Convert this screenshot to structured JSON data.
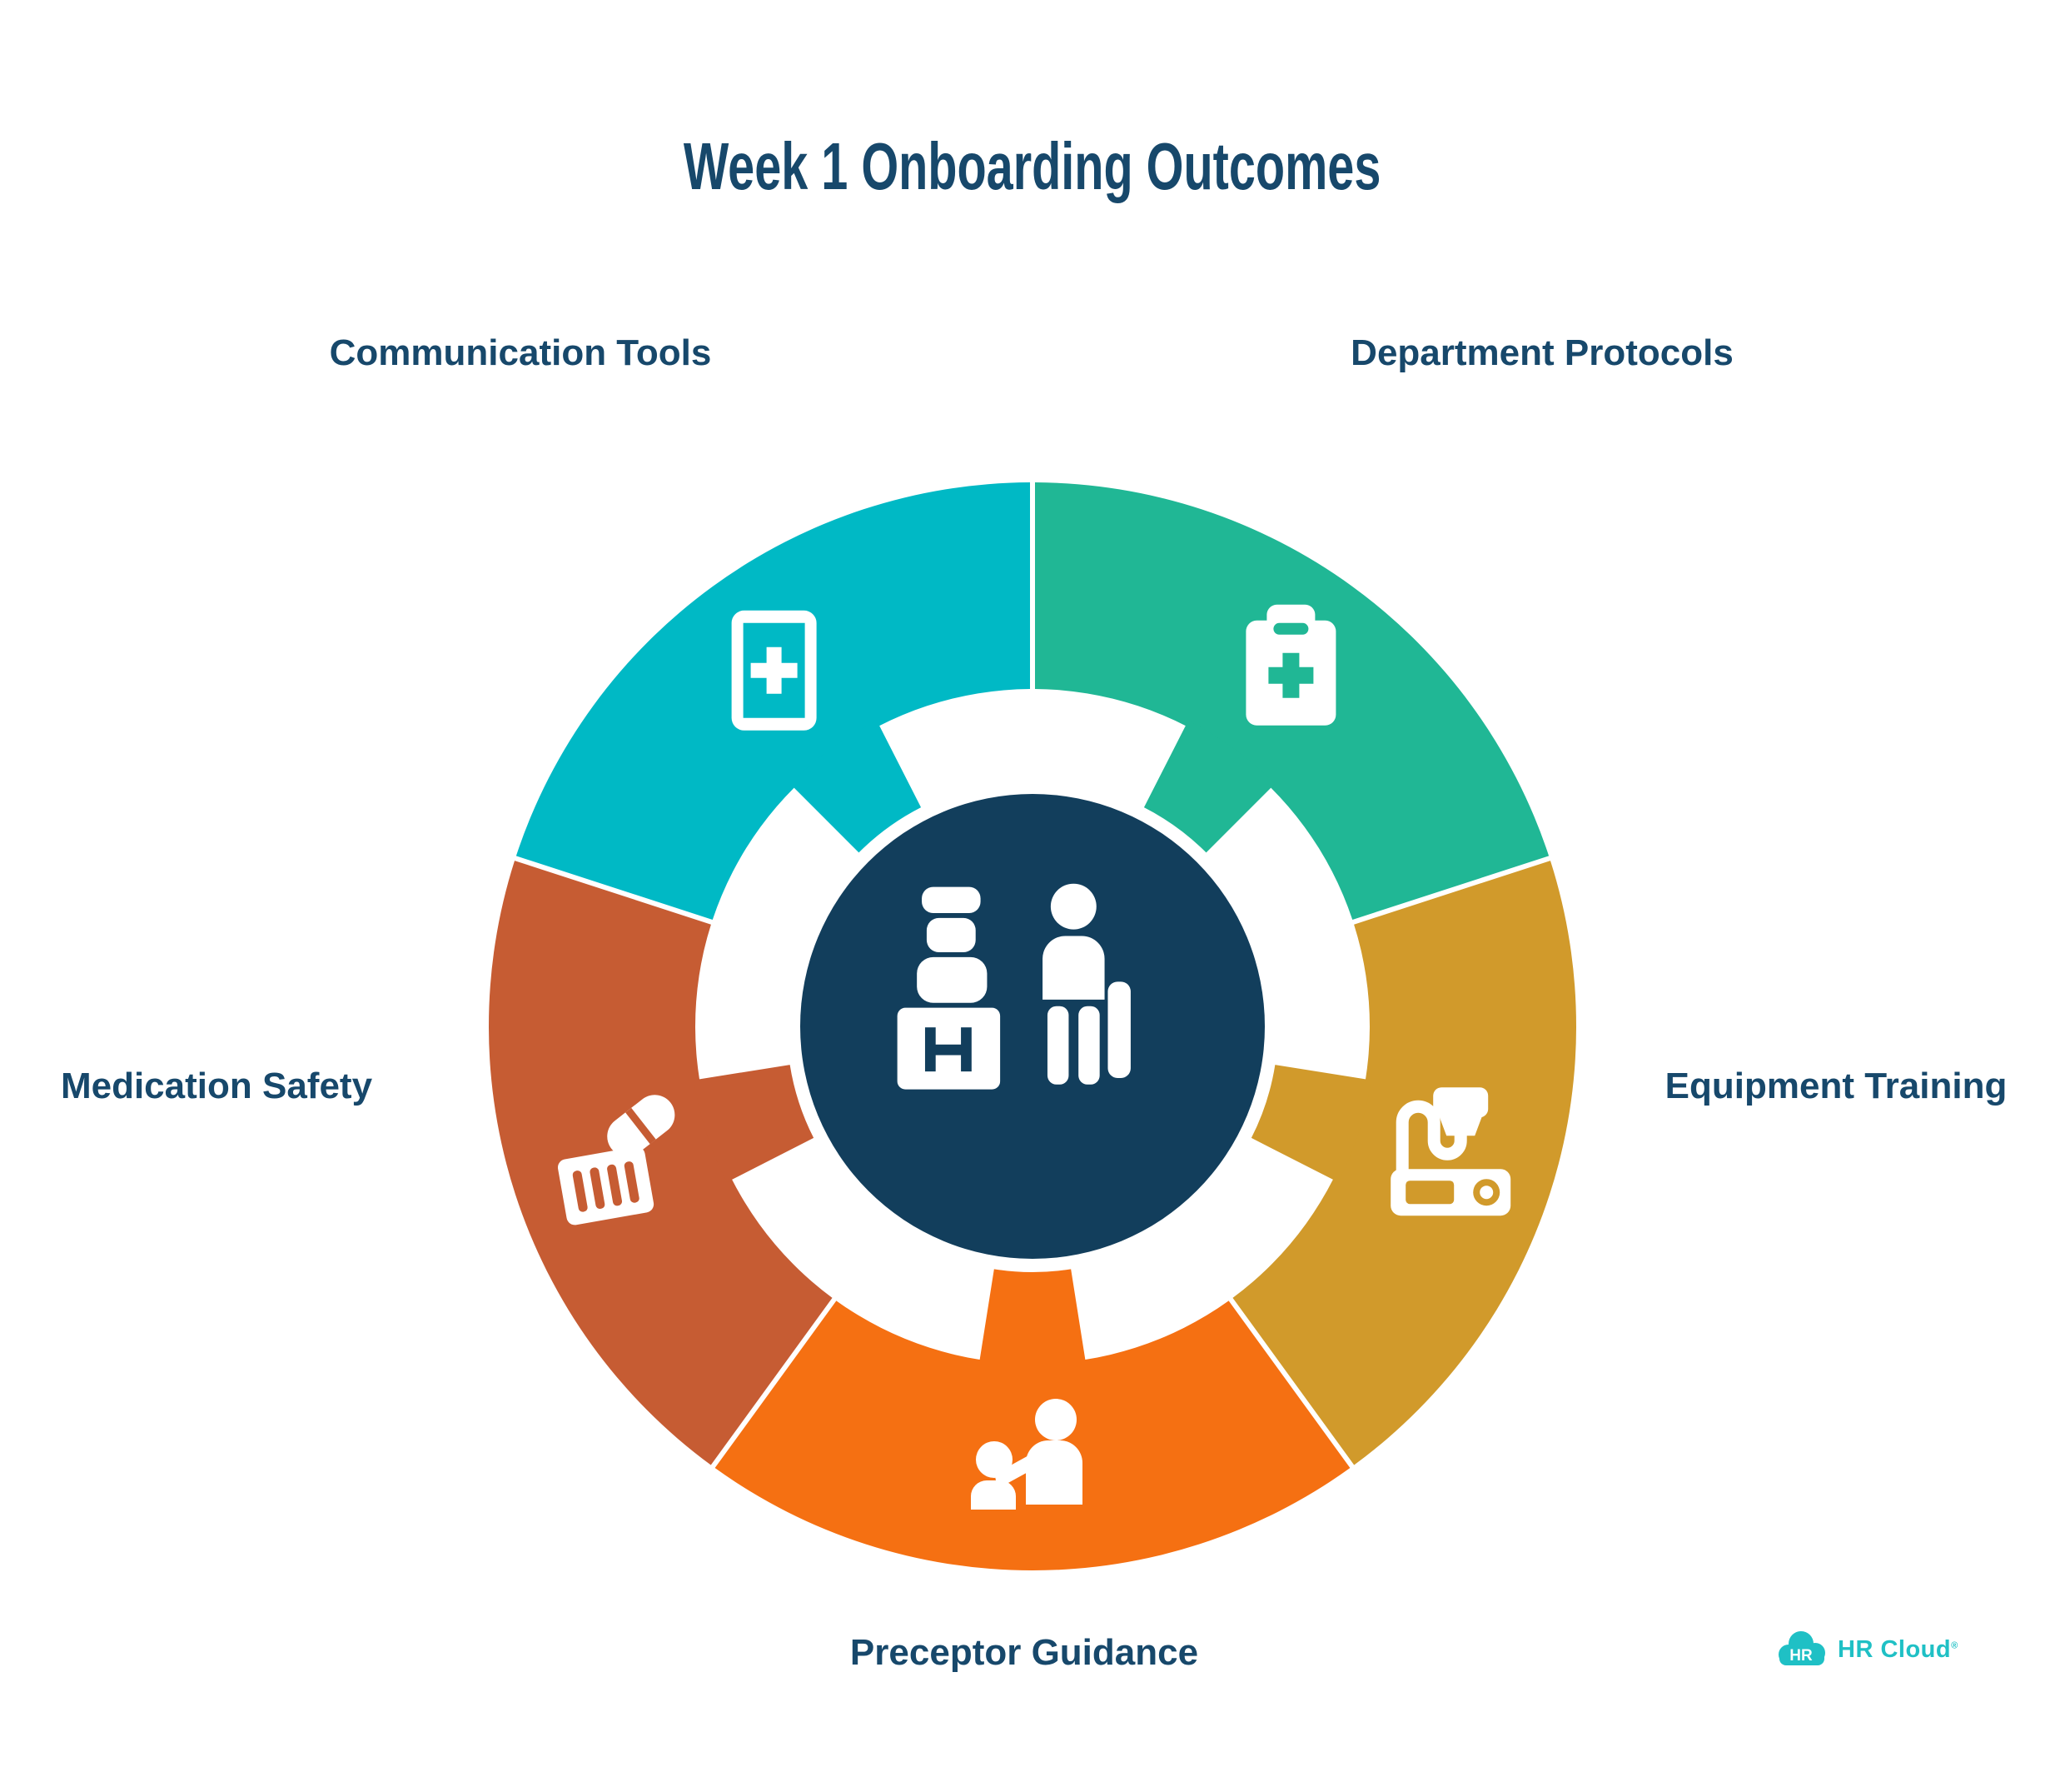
{
  "title": "Week 1 Onboarding Outcomes",
  "background": "#FFFFFF",
  "text_color": "#17486B",
  "chart_data": {
    "type": "donut-cycle-diagram",
    "center": {
      "icon": "hospital-reception-desk",
      "color": "#123E5C"
    },
    "segments": [
      {
        "label": "Communication Tools",
        "color": "#00B9C5",
        "icon": "phone-medical-cross",
        "start_angle": 162,
        "end_angle": 90,
        "label_position": "top-left"
      },
      {
        "label": "Department Protocols",
        "color": "#20B795",
        "icon": "clipboard-medical-cross",
        "start_angle": 90,
        "end_angle": 18,
        "label_position": "top-right"
      },
      {
        "label": "Equipment Training",
        "color": "#D19A2B",
        "icon": "medical-monitor-stethoscope",
        "start_angle": 18,
        "end_angle": -54,
        "label_position": "right"
      },
      {
        "label": "Preceptor Guidance",
        "color": "#F57012",
        "icon": "mentor-with-trainee",
        "start_angle": -54,
        "end_angle": -126,
        "label_position": "bottom"
      },
      {
        "label": "Medication Safety",
        "color": "#C65C33",
        "icon": "pill-and-barcode",
        "start_angle": -126,
        "end_angle": -198,
        "label_position": "left"
      }
    ]
  },
  "logo": {
    "badge_text": "HR",
    "brand_text": "HR Cloud",
    "registered_mark": "®",
    "color": "#1FC0C5"
  }
}
